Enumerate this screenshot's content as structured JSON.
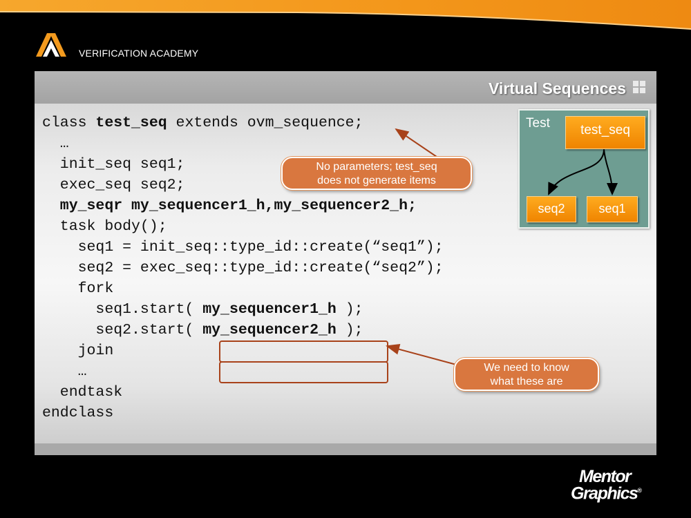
{
  "header": {
    "org_label": "VERIFICATION ACADEMY"
  },
  "slide": {
    "title": "Virtual Sequences"
  },
  "code_lines": [
    [
      {
        "t": "class "
      },
      {
        "t": "test_seq",
        "b": true
      },
      {
        "t": " extends ovm_sequence;"
      }
    ],
    [
      {
        "t": "  …"
      }
    ],
    [
      {
        "t": "  init_seq seq1;"
      }
    ],
    [
      {
        "t": "  exec_seq seq2;"
      }
    ],
    [
      {
        "t": "  my_seqr my_sequencer1_h,my_sequencer2_h;",
        "b": true
      }
    ],
    [
      {
        "t": "  task body();"
      }
    ],
    [
      {
        "t": "    seq1 = init_seq::type_id::create(“seq1”);"
      }
    ],
    [
      {
        "t": "    seq2 = exec_seq::type_id::create(“seq2”);"
      }
    ],
    [
      {
        "t": "    fork"
      }
    ],
    [
      {
        "t": "      seq1.start( "
      },
      {
        "t": "my_sequencer1_h",
        "b": true
      },
      {
        "t": " );"
      }
    ],
    [
      {
        "t": "      seq2.start( "
      },
      {
        "t": "my_sequencer2_h",
        "b": true
      },
      {
        "t": " );"
      }
    ],
    [
      {
        "t": "    join"
      }
    ],
    [
      {
        "t": "    …"
      }
    ],
    [
      {
        "t": "  endtask"
      }
    ],
    [
      {
        "t": "endclass"
      }
    ]
  ],
  "callouts": {
    "params_line1": "No parameters; test_seq",
    "params_line2": "does not generate items",
    "need_line1": "We need to know",
    "need_line2": "what these are"
  },
  "diagram": {
    "label": "Test",
    "root": "test_seq",
    "child_left": "seq2",
    "child_right": "seq1"
  },
  "brand": {
    "line1": "Mentor",
    "line2": "Graphics",
    "mark": "®"
  },
  "colors": {
    "accent_orange": "#f39a1e",
    "callout_fill": "#d9773f",
    "highlight_border": "#a8421a",
    "diagram_bg": "#6e9d92"
  }
}
